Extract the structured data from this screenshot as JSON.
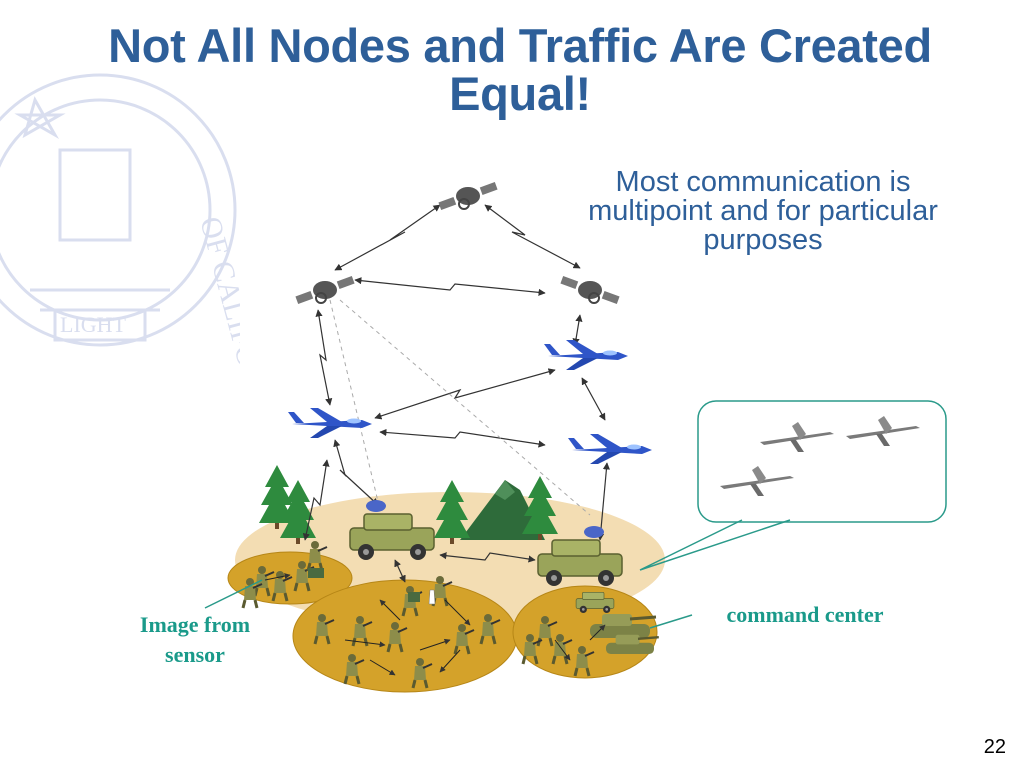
{
  "slide": {
    "title_line1": "Not All Nodes and Traffic Are Created",
    "title_line2": "Equal!",
    "subtitle_line1": "Most communication is",
    "subtitle_line2": "multipoint and for particular",
    "subtitle_line3": "purposes",
    "label_sensor_line1": "Image from",
    "label_sensor_line2": "sensor",
    "label_command": "command center",
    "page_number": "22",
    "seal_text": "OF CALIFORNIA",
    "seal_motto": "LIGHT"
  },
  "colors": {
    "title": "#2e5f99",
    "label": "#1a9a8a",
    "terrain": "#f3ddb3",
    "cluster": "#d4a22a",
    "tree": "#2e8b3e",
    "mountain": "#2e6b3a",
    "jet": "#2f55c8",
    "vehicle": "#9aa45a",
    "callout_border": "#2a9a8a"
  },
  "icons": {
    "satellite": "satellite-icon",
    "jet": "fighter-jet-icon",
    "uav": "uav-drone-icon",
    "vehicle": "humvee-icon",
    "tank": "tank-icon",
    "soldier": "soldier-icon",
    "tree": "pine-tree-icon",
    "mountain": "mountain-icon"
  }
}
